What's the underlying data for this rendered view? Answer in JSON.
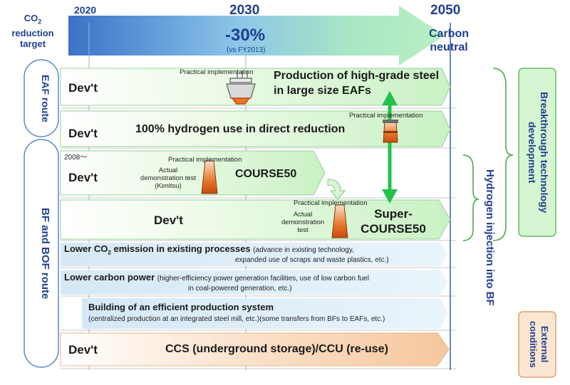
{
  "header": {
    "target_label": "CO2 reduction target",
    "target_co": "CO",
    "target_sub": "2",
    "target_rest1": "reduction",
    "target_rest2": "target",
    "year_2020": "2020",
    "year_2030": "2030",
    "year_2050": "2050",
    "reduction_pct": "-30%",
    "reduction_basis": "(vs FY2013)",
    "goal_line1": "Carbon",
    "goal_line2": "neutral"
  },
  "routes": {
    "eaf": "EAF route",
    "bf_bof": "BF and BOF route"
  },
  "rows": {
    "eaf_large": {
      "devt": "Dev't",
      "practical": "Practical implementation",
      "title_line1": "Production of high-grade steel",
      "title_line2": "in large size EAFs"
    },
    "hydrogen_dr": {
      "devt": "Dev't",
      "practical": "Practical implementation",
      "title": "100% hydrogen use in direct reduction"
    },
    "course50": {
      "since": "2008～",
      "devt": "Dev't",
      "practical": "Practical implementation",
      "test_line1": "Actual",
      "test_line2": "demonstration test",
      "test_line3": "(Kimitsu)",
      "title": "COURSE50"
    },
    "super_course50": {
      "devt": "Dev't",
      "practical": "Practical implementation",
      "test_line1": "Actual",
      "test_line2": "demonstration",
      "test_line3": "test",
      "title_line1": "Super-",
      "title_line2": "COURSE50"
    },
    "lower_emission": {
      "title_a": "Lower CO",
      "title_sub": "2",
      "title_b": " emission in existing processes",
      "detail_line1": "(advance in existing technology,",
      "detail_line2": "expanded use of scraps and waste plastics, etc.)"
    },
    "lower_power": {
      "title": "Lower carbon power",
      "detail_line1": "(higher-efficiency power generation facilities, use of low carbon fuel",
      "detail_line2": "in coal-powered generation, etc.)"
    },
    "efficient_system": {
      "title": "Building of an efficient production system",
      "detail_line1": "(centralized production at an integrated steel mill, etc.)",
      "detail_line2": "(some transfers from BFs to EAFs, etc.)"
    },
    "ccs": {
      "devt": "Dev't",
      "title": "CCS (underground storage)/CCU (re-use)"
    }
  },
  "side": {
    "breakthrough": "Breakthrough technology development",
    "hydrogen_bf": "Hydrogen injection into BF",
    "external": "External conditions"
  },
  "colors": {
    "navy": "#1f3f8f",
    "green_arrow": "#22c24a",
    "green_fill": "#d6f5d3",
    "blue_fill": "#dcecf6",
    "orange_fill": "#f9d7b8"
  }
}
